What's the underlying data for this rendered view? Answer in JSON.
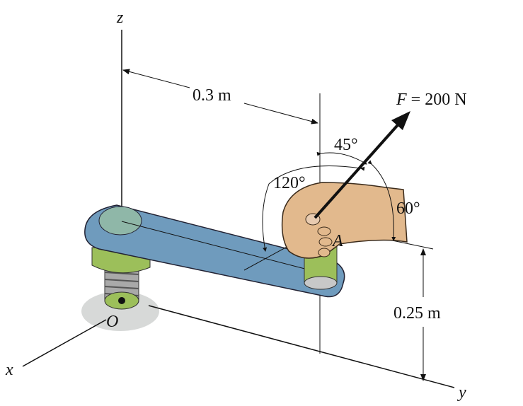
{
  "figure": {
    "axes": {
      "x": "x",
      "y": "y",
      "z": "z"
    },
    "points": {
      "origin": "O",
      "grip": "A"
    },
    "dimensions": {
      "horizontal": "0.3 m",
      "vertical": "0.25 m"
    },
    "force": {
      "symbol": "F",
      "equals": "= 200 N"
    },
    "angles": {
      "alpha": "120°",
      "beta": "45°",
      "gamma": "60°"
    },
    "colors": {
      "arm": "#6f9bbd",
      "boss": "#8fb7a8",
      "shaft": "#9cbf5a",
      "skin": "#e2b98d",
      "ink": "#111111"
    }
  }
}
